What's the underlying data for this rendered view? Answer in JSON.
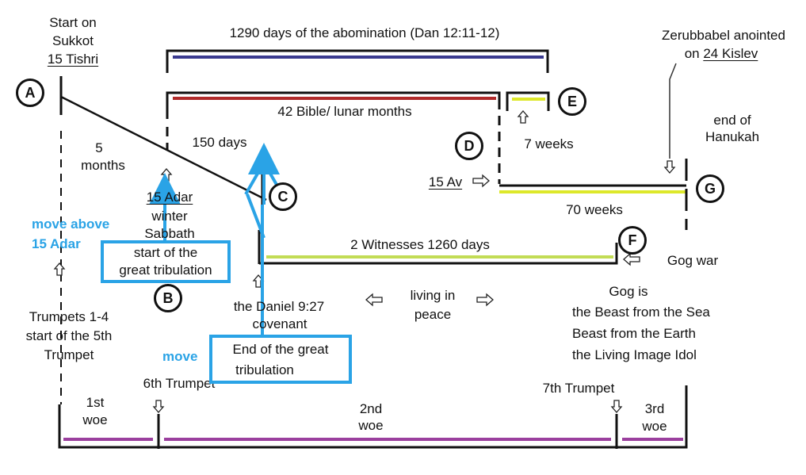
{
  "colors": {
    "line": "#111111",
    "abomination": "#3a3a8f",
    "lunar_months": "#b02a2a",
    "weeks": "#dde82a",
    "witnesses": "#c2dc55",
    "woe": "#9b3f9e",
    "annotation": "#2aa3e6"
  },
  "markers": {
    "a": "A",
    "b": "B",
    "c": "C",
    "d": "D",
    "e": "E",
    "f": "F",
    "g": "G"
  },
  "labels": {
    "start_l1": "Start on",
    "start_l2": "Sukkot",
    "start_l3": "15 Tishri",
    "abomination": "1290 days of the abomination (Dan 12:11-12)",
    "zerubbabel_l1": "Zerubbabel anointed",
    "zerubbabel_l2_pre": "on ",
    "zerubbabel_l2_u": "24 Kislev",
    "lunar_months": "42 Bible/ lunar months",
    "end_l1": "end of",
    "end_l2": "Hanukah",
    "five_l1": "5",
    "five_l2": "months",
    "days150": "150 days",
    "weeks7": "7 weeks",
    "av15": "15 Av",
    "adar15": "15 Adar",
    "winter": "winter",
    "sabbath": "Sabbath",
    "weeks70": "70 weeks",
    "witnesses": "2 Witnesses 1260 days",
    "gog_war": "Gog war",
    "gog_is": "Gog is",
    "beast_sea": "the Beast from the Sea",
    "beast_earth": "Beast from the Earth",
    "idol": "the Living Image Idol",
    "daniel_l1": "the Daniel 9:27",
    "daniel_l2": "covenant",
    "peace_l1": "living in",
    "peace_l2": "peace",
    "trumpets_l1": "Trumpets 1-4",
    "trumpets_l2": "start of the 5th",
    "trumpets_l3": "Trumpet",
    "sixth": "6th Trumpet",
    "seventh": "7th Trumpet",
    "woe1_l1": "1st",
    "woe1_l2": "woe",
    "woe2_l1": "2nd",
    "woe2_l2": "woe",
    "woe3_l1": "3rd",
    "woe3_l2": "woe"
  },
  "annotations": {
    "move_above_l1": "move above",
    "move_above_l2": "15 Adar",
    "start_gt_l1": "start of the",
    "start_gt_l2": "great tribulation",
    "move": "move",
    "end_gt_l1": "End of the great",
    "end_gt_l2": "tribulation"
  }
}
